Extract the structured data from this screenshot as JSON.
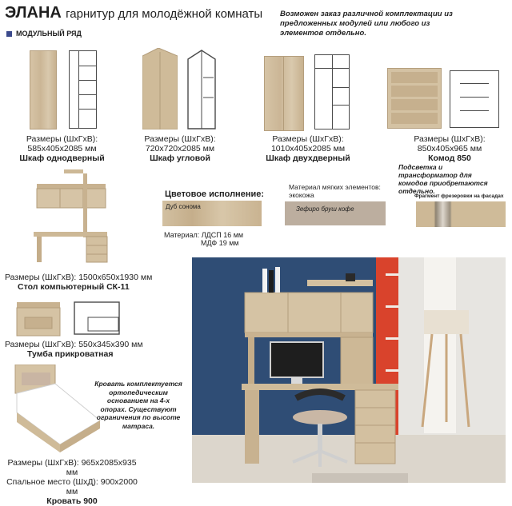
{
  "header": {
    "brand": "ЭЛАНА",
    "subtitle": "гарнитур для молодёжной комнаты",
    "section": "МОДУЛЬНЫЙ РЯД",
    "note": "Возможен заказ различной комплектации из предложенных модулей или любого из элементов отдельно."
  },
  "products": {
    "wardrobe1": {
      "size_label": "Размеры (ШхГхВ):",
      "size": "585х405х2085 мм",
      "name": "Шкаф однодверный"
    },
    "wardrobe_corner": {
      "size_label": "Размеры (ШхГхВ):",
      "size": "720х720х2085 мм",
      "name": "Шкаф угловой"
    },
    "wardrobe2": {
      "size_label": "Размеры (ШхГхВ):",
      "size": "1010х405х2085 мм",
      "name": "Шкаф двухдверный"
    },
    "dresser": {
      "size_label": "Размеры (ШхГхВ):",
      "size": "850х405х965 мм",
      "name": "Комод 850",
      "note": "Подсветка и трансформатор для комодов приобретаются отдельно."
    },
    "desk": {
      "size": "Размеры (ШхГхВ): 1500х650х1930 мм",
      "name": "Стол компьютерный СК-11"
    },
    "nightstand": {
      "size": "Размеры (ШхГхВ): 550х345х390 мм",
      "name": "Тумба прикроватная"
    },
    "bed": {
      "size": "Размеры (ШхГхВ): 965х2085х935 мм",
      "sleep": "Спальное место (ШхД): 900х2000 мм",
      "name": "Кровать 900",
      "note": "Кровать комплектуется ортопедическим основанием на 4-х опорах. Существуют ограничения по высоте матраса."
    }
  },
  "materials": {
    "color_title": "Цветовое исполнение:",
    "color_swatch": "Дуб сонома",
    "material_line1": "Материал: ЛДСП 16 мм",
    "material_line2": "МДФ 19 мм",
    "soft_title": "Материал мягких элементов:",
    "soft_value": "экокожа",
    "soft_swatch": "Зефиро бруш кофе",
    "fragment_label": "Фрагмент фрезеровки на фасадах"
  },
  "colors": {
    "section_square": "#3b4a8c",
    "wood": "#cdb896",
    "leather": "#b9aa9b",
    "room_wall": "#2e4c74",
    "room_accent": "#d9432c"
  }
}
